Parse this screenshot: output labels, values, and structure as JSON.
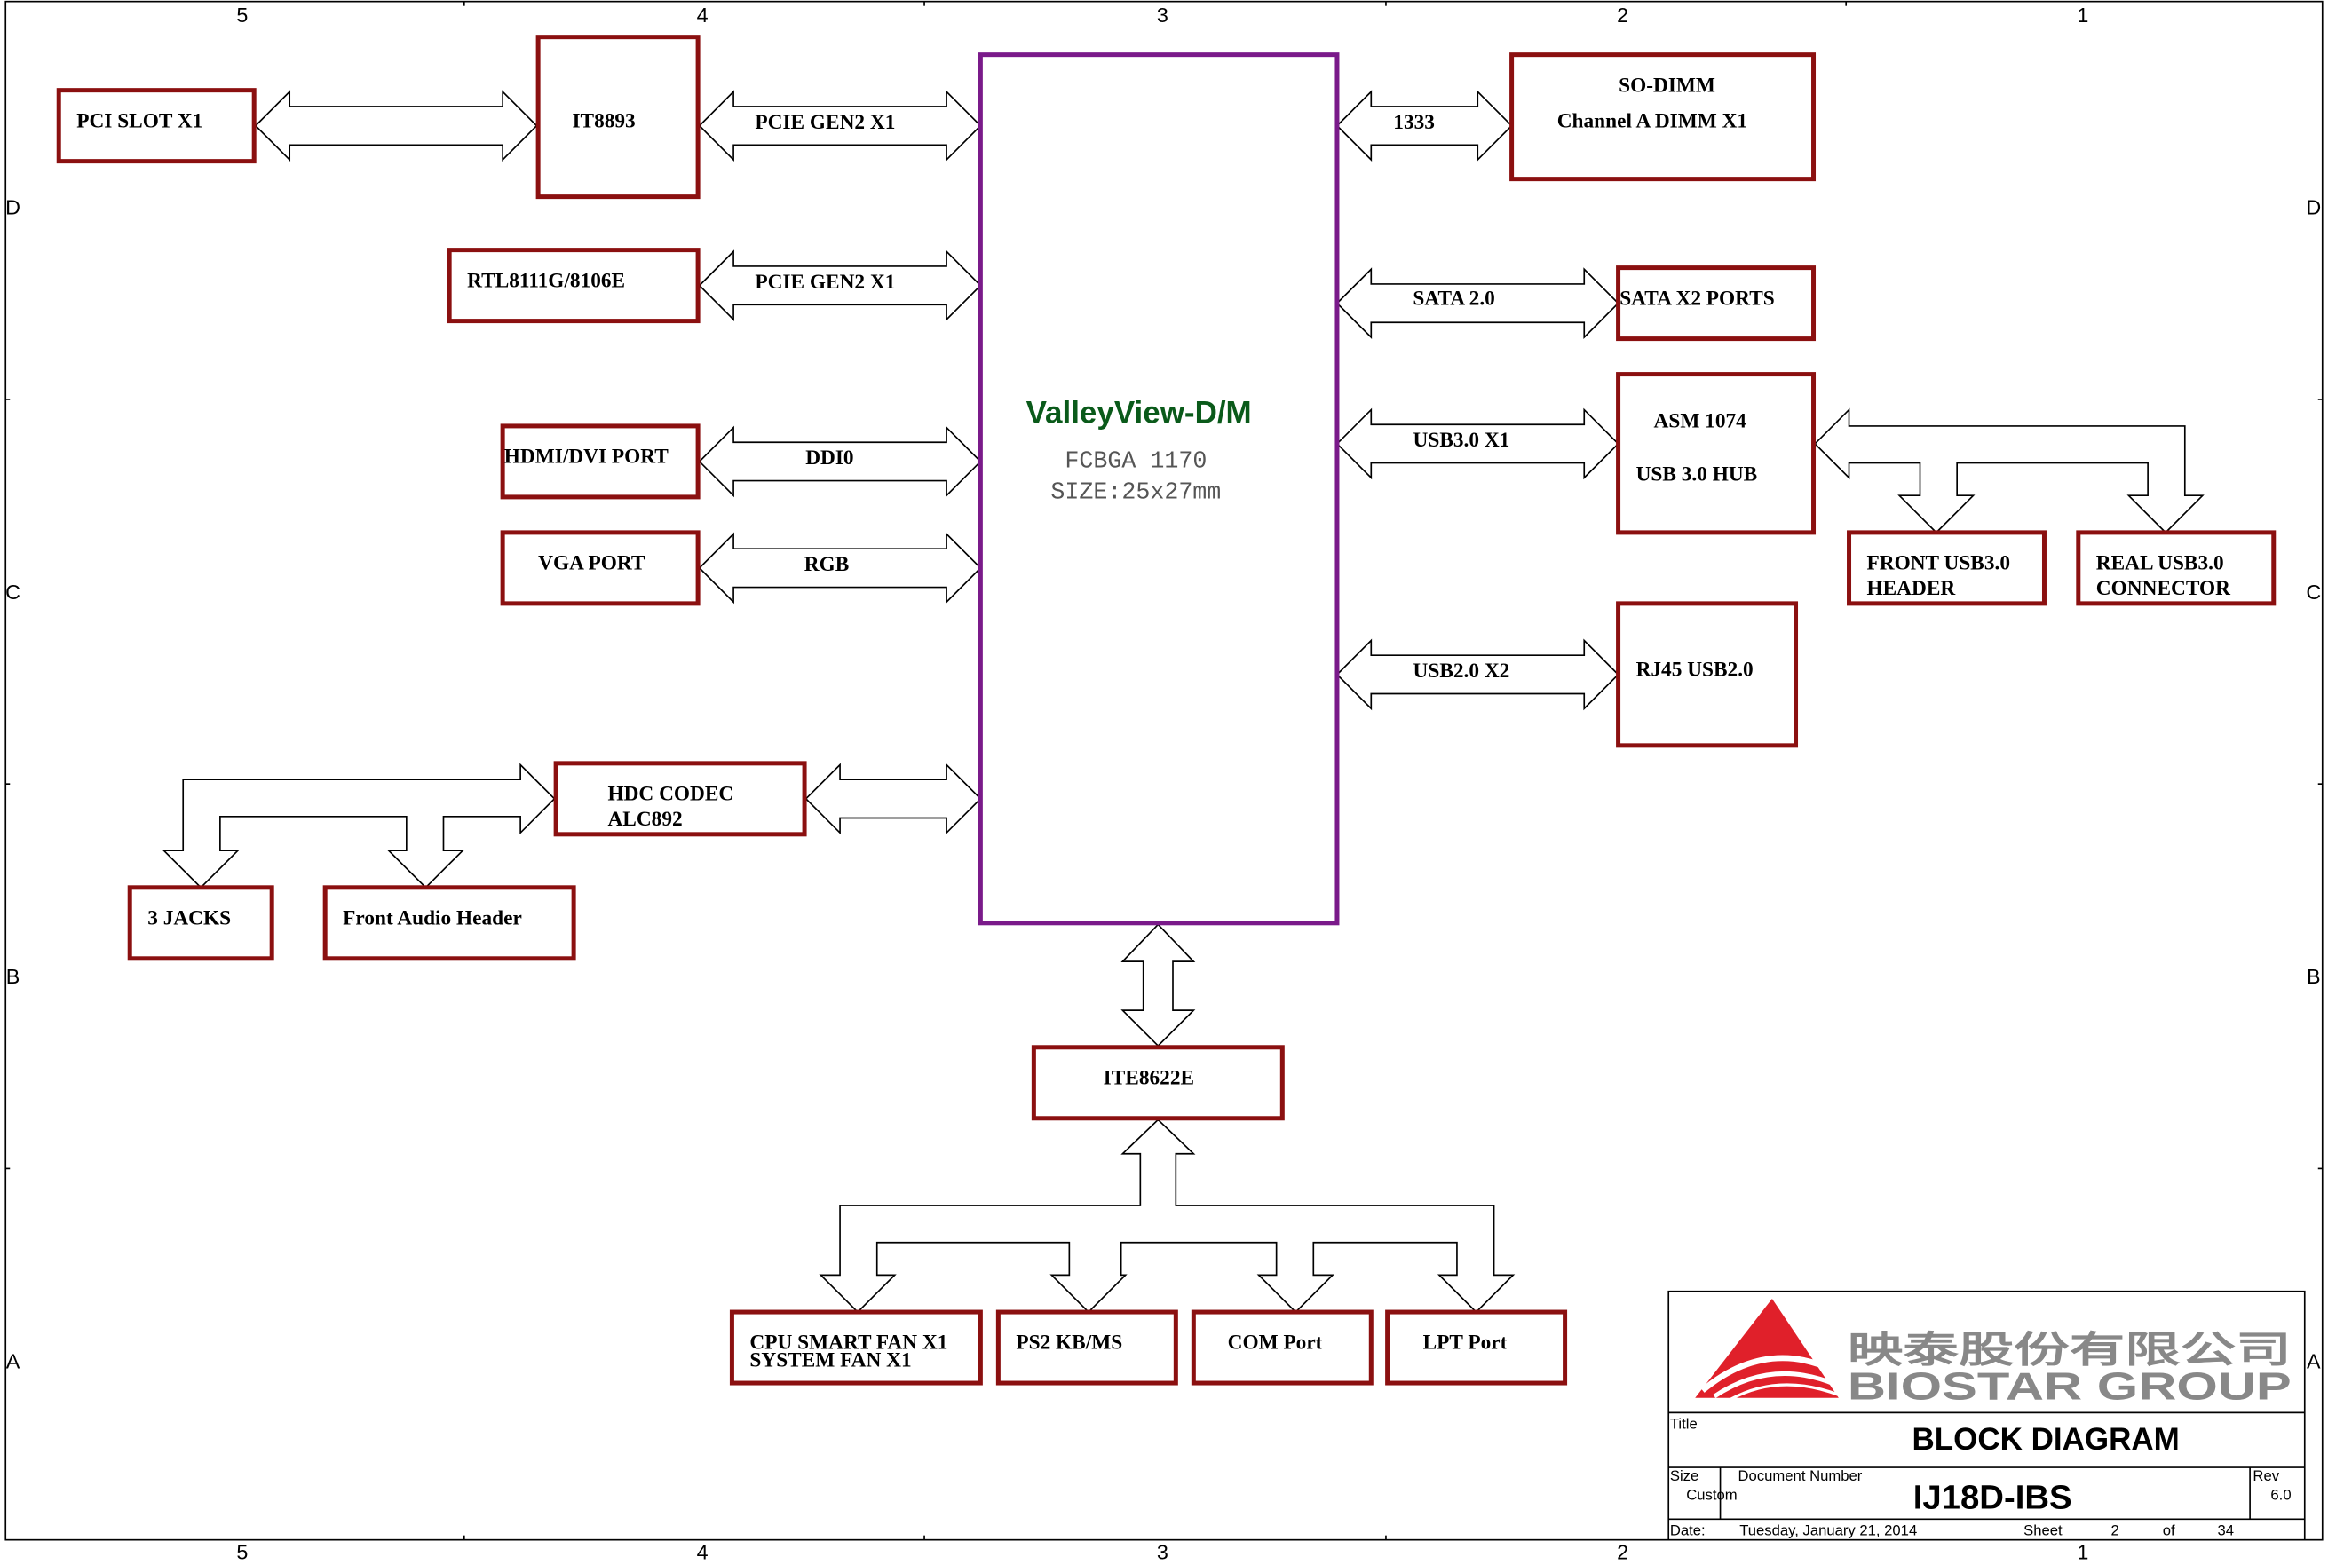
{
  "border_markers": {
    "columns": [
      "5",
      "4",
      "3",
      "2",
      "1"
    ],
    "rows": [
      "D",
      "C",
      "B",
      "A"
    ]
  },
  "cpu": {
    "name": "ValleyView-D/M",
    "package": "FCBGA 1170",
    "size": "SIZE:25x27mm",
    "color": "#7a1a8a",
    "name_color": "#0a5a1a"
  },
  "box_color": "#8b1010",
  "blocks": {
    "pci_slot": "PCI SLOT X1",
    "it8893": "IT8893",
    "rtl": "RTL8111G/8106E",
    "hdmi": "HDMI/DVI PORT",
    "vga": "VGA PORT",
    "hdc_codec": [
      "HDC CODEC",
      "ALC892"
    ],
    "jacks": "3 JACKS",
    "front_audio": "Front Audio Header",
    "sodimm": [
      "SO-DIMM",
      "Channel A DIMM X1"
    ],
    "sata_ports": "SATA X2 PORTS",
    "asm": [
      "ASM 1074",
      "USB 3.0 HUB"
    ],
    "front_usb3": [
      "FRONT USB3.0",
      "HEADER"
    ],
    "real_usb3": [
      "REAL USB3.0",
      "CONNECTOR"
    ],
    "rj45": "RJ45 USB2.0",
    "ite": "ITE8622E",
    "cpu_fan": [
      "CPU SMART FAN X1",
      "SYSTEM FAN X1"
    ],
    "ps2": "PS2 KB/MS",
    "com": "COM Port",
    "lpt": "LPT Port"
  },
  "links": {
    "pcie_it8893": "PCIE GEN2 X1",
    "pcie_rtl": "PCIE GEN2 X1",
    "ddi": "DDI0",
    "rgb": "RGB",
    "mem": "1333",
    "sata": "SATA 2.0",
    "usb3": "USB3.0 X1",
    "usb2": "USB2.0 X2"
  },
  "title_block": {
    "company_cn": "映泰股份有限公司",
    "company_en": "BIOSTAR GROUP",
    "title_label": "Title",
    "title": "BLOCK DIAGRAM",
    "size_label": "Size",
    "size_value": "Custom",
    "docnum_label": "Document Number",
    "docnum": "IJ18D-IBS",
    "rev_label": "Rev",
    "rev": "6.0",
    "date_label": "Date:",
    "date": "Tuesday, January 21, 2014",
    "sheet_label": "Sheet",
    "sheet": "2",
    "of_label": "of",
    "total": "34",
    "logo_color": "#e0202a"
  }
}
